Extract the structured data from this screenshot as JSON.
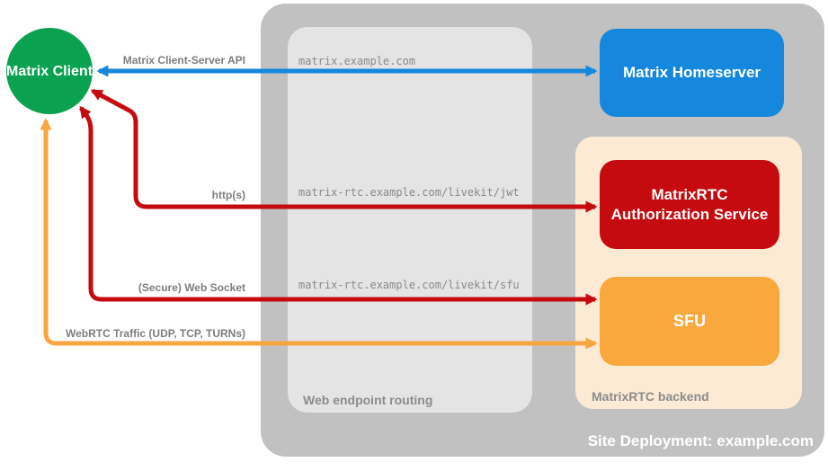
{
  "diagram": {
    "site_title": "Site Deployment: example.com",
    "nodes": {
      "matrix_client": "Matrix Client",
      "matrix_homeserver": "Matrix Homeserver",
      "authorization_service": "MatrixRTC Authorization Service",
      "sfu": "SFU"
    },
    "containers": {
      "web_endpoint_routing": "Web endpoint routing",
      "matrixrtc_backend": "MatrixRTC backend"
    },
    "connections": [
      {
        "label": "Matrix Client-Server API",
        "endpoint": "matrix.example.com",
        "color": "#1588dd",
        "style": "bidirectional"
      },
      {
        "label": "http(s)",
        "endpoint": "matrix-rtc.example.com/livekit/jwt",
        "color": "#c50a10",
        "style": "bidirectional"
      },
      {
        "label": "(Secure) Web Socket",
        "endpoint": "matrix-rtc.example.com/livekit/sfu",
        "color": "#c50a10",
        "style": "bidirectional"
      },
      {
        "label": "WebRTC Traffic (UDP, TCP, TURNs)",
        "color": "#f7a63f",
        "style": "bidirectional"
      }
    ],
    "colors": {
      "client_green": "#0aa150",
      "homeserver_blue": "#1588dd",
      "auth_red": "#c50a10",
      "sfu_orange": "#f9a83d",
      "backend_peach": "#fcead5",
      "site_gray": "#c1c1c1",
      "routing_gray": "#e4e4e4",
      "label_gray": "#7e7e7e"
    }
  }
}
